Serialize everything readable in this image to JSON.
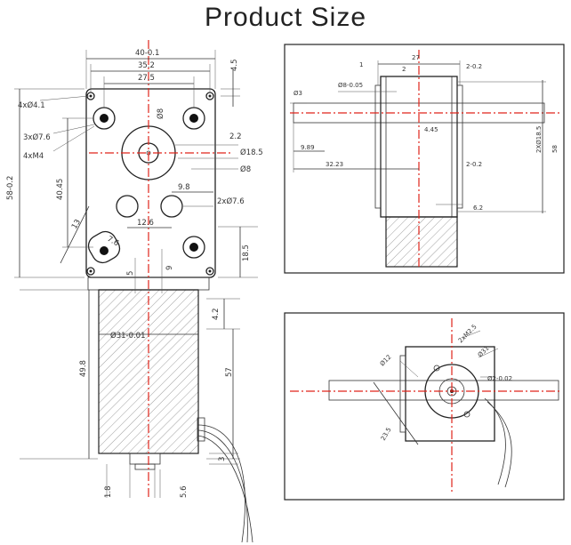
{
  "title": "Product Size",
  "main_view": {
    "top_dims": [
      "40-0.1",
      "35.2",
      "27.5"
    ],
    "top_right": "4.5",
    "left_labels": [
      "4xØ4.1",
      "3xØ7.6",
      "4xM4"
    ],
    "height_total": "58-0.2",
    "height_inner": "40.45",
    "angled": [
      "13",
      "7.6",
      "Ø8"
    ],
    "right_labels": [
      "2.2",
      "Ø18.5",
      "Ø8",
      "2xØ7.6"
    ],
    "mid": [
      "9.8",
      "12.6"
    ],
    "bottom_small": [
      "5",
      "9"
    ],
    "right_18_5": "18.5",
    "motor_dia": "Ø31-0.01",
    "motor_dims": [
      "4.2",
      "57",
      "49.8"
    ],
    "bottom_dims": [
      "3",
      "1.8",
      "5.6"
    ]
  },
  "side_view": {
    "dims": [
      "1",
      "2",
      "27",
      "2-0.2",
      "Ø3",
      "Ø8-0.05",
      "4.45",
      "2XØ18.5",
      "58",
      "9.89",
      "32.23",
      "2-0.2",
      "6.2"
    ]
  },
  "end_view": {
    "dims": [
      "2xM2.5",
      "Ø31",
      "Ø12",
      "Ø2-0.02",
      "23.5"
    ]
  }
}
